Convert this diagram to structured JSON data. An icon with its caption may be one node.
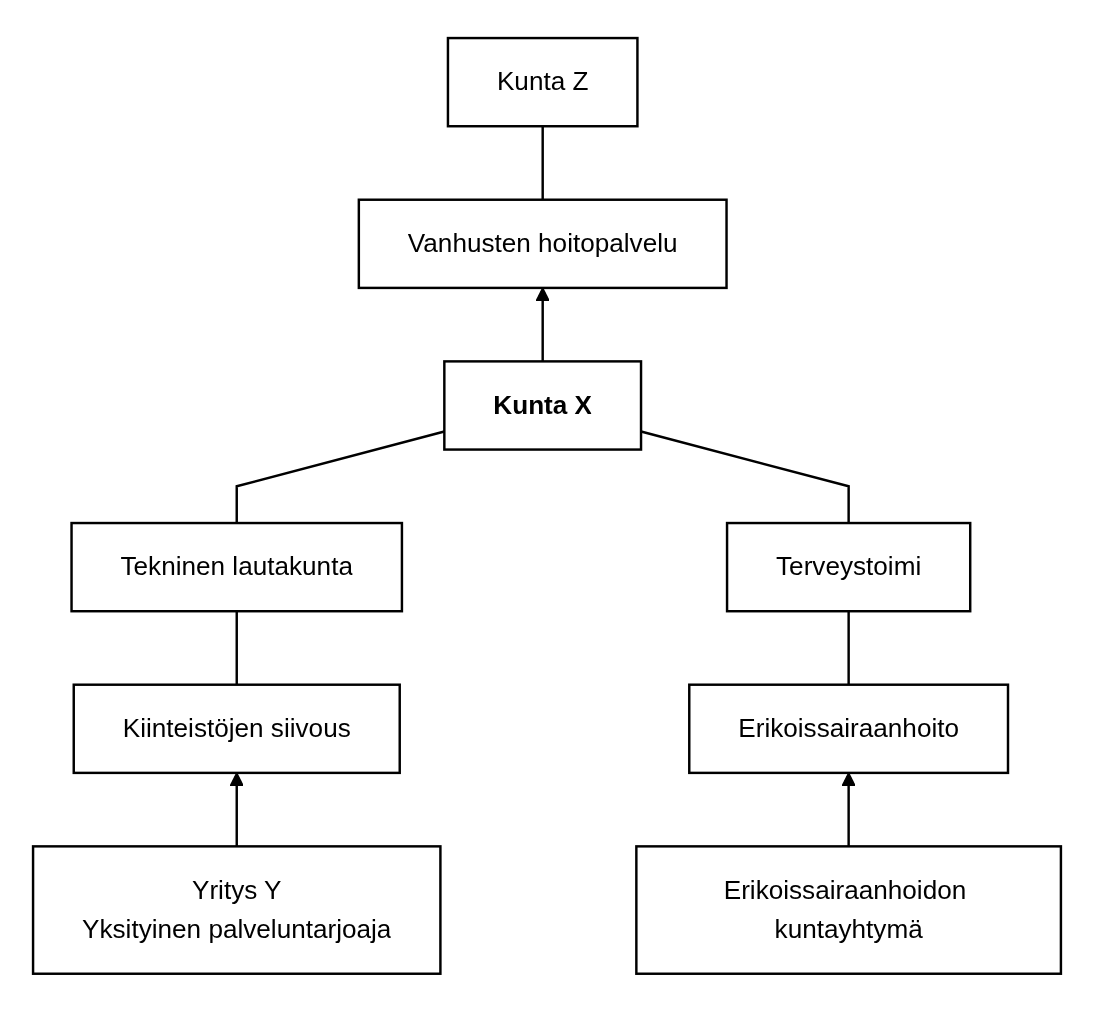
{
  "diagram": {
    "nodes": [
      {
        "text": [
          "Kunta Z"
        ]
      },
      {
        "text": [
          "Vanhusten hoitopalvelu"
        ]
      },
      {
        "text": [
          "Kunta X"
        ]
      },
      {
        "text": [
          "Tekninen lautakunta"
        ]
      },
      {
        "text": [
          "Terveystoimi"
        ]
      },
      {
        "text": [
          "Kiinteistöjen siivous"
        ]
      },
      {
        "text": [
          "Erikoissairaanhoito"
        ]
      },
      {
        "text": [
          "Yritys Y",
          "Yksityinen palveluntarjoaja"
        ]
      },
      {
        "text": [
          "Erikoissairaanhoidon kuntayhtymä"
        ]
      }
    ],
    "edges": [
      {
        "from": 0,
        "to": 1,
        "arrow": "none"
      },
      {
        "from": 2,
        "to": 1,
        "arrow": "to"
      },
      {
        "from": 2,
        "to": 3,
        "arrow": "none"
      },
      {
        "from": 2,
        "to": 4,
        "arrow": "none"
      },
      {
        "from": 3,
        "to": 5,
        "arrow": "none"
      },
      {
        "from": 7,
        "to": 5,
        "arrow": "to"
      },
      {
        "from": 4,
        "to": 6,
        "arrow": "none"
      },
      {
        "from": 8,
        "to": 6,
        "arrow": "to"
      }
    ]
  }
}
